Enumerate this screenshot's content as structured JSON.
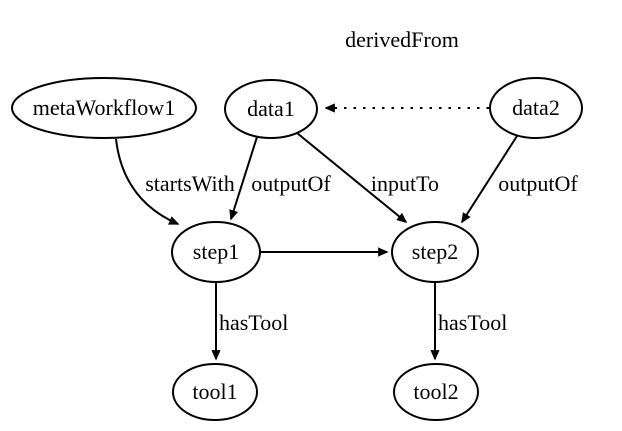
{
  "diagram": {
    "background_color": "#ffffff",
    "line_color": "#000000",
    "nodes": {
      "metaWorkflow1": {
        "label": "metaWorkflow1",
        "shape": "ellipse"
      },
      "data1": {
        "label": "data1",
        "shape": "ellipse"
      },
      "data2": {
        "label": "data2",
        "shape": "ellipse"
      },
      "step1": {
        "label": "step1",
        "shape": "ellipse"
      },
      "step2": {
        "label": "step2",
        "shape": "ellipse"
      },
      "tool1": {
        "label": "tool1",
        "shape": "ellipse"
      },
      "tool2": {
        "label": "tool2",
        "shape": "ellipse"
      }
    },
    "edges": {
      "derivedFrom": {
        "from": "data2",
        "to": "data1",
        "label": "derivedFrom",
        "style": "dotted"
      },
      "startsWith": {
        "from": "metaWorkflow1",
        "to": "step1",
        "label": "startsWith",
        "style": "solid"
      },
      "outputOf1": {
        "from": "data1",
        "to": "step1",
        "label": "outputOf",
        "style": "solid"
      },
      "inputTo": {
        "from": "data1",
        "to": "step2",
        "label": "inputTo",
        "style": "solid"
      },
      "outputOf2": {
        "from": "data2",
        "to": "step2",
        "label": "outputOf",
        "style": "solid"
      },
      "step1ToStep2": {
        "from": "step1",
        "to": "step2",
        "label": "",
        "style": "solid"
      },
      "hasTool1": {
        "from": "step1",
        "to": "tool1",
        "label": "hasTool",
        "style": "solid"
      },
      "hasTool2": {
        "from": "step2",
        "to": "tool2",
        "label": "hasTool",
        "style": "solid"
      }
    }
  }
}
